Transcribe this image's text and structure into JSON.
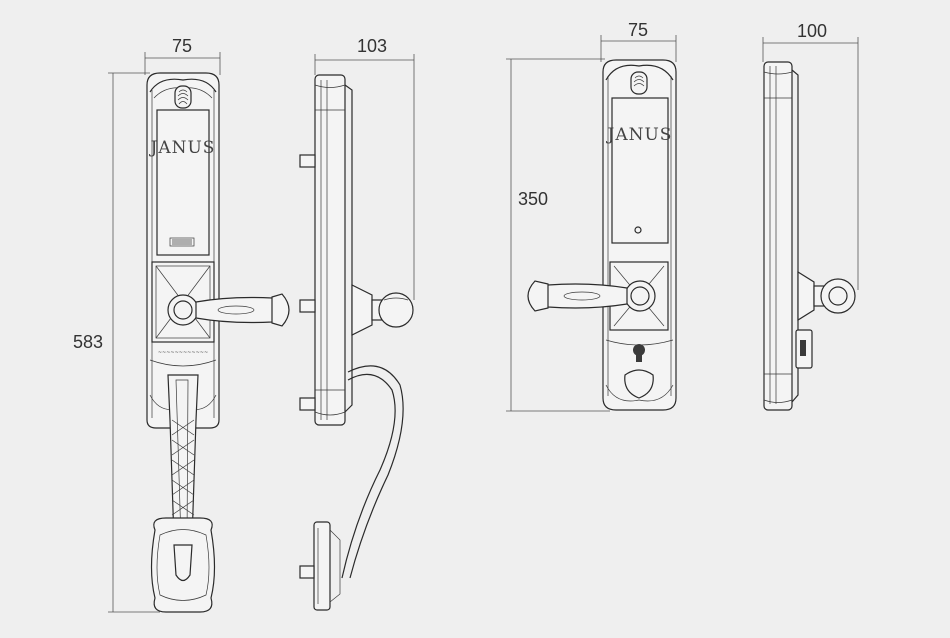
{
  "dimensions": {
    "left_front_width": "75",
    "left_side_depth": "103",
    "left_height": "583",
    "right_front_width": "75",
    "right_side_depth": "100",
    "right_height": "350"
  },
  "brand": {
    "logo_left": "JANUS",
    "logo_right": "JANUS"
  },
  "colors": {
    "background": "#efefef",
    "line": "#2b2b2b",
    "dimension": "#555555"
  },
  "icons": [
    "fingerprint-sensor-icon",
    "lever-handle-icon",
    "keyhole-icon",
    "grip-handle-icon"
  ]
}
